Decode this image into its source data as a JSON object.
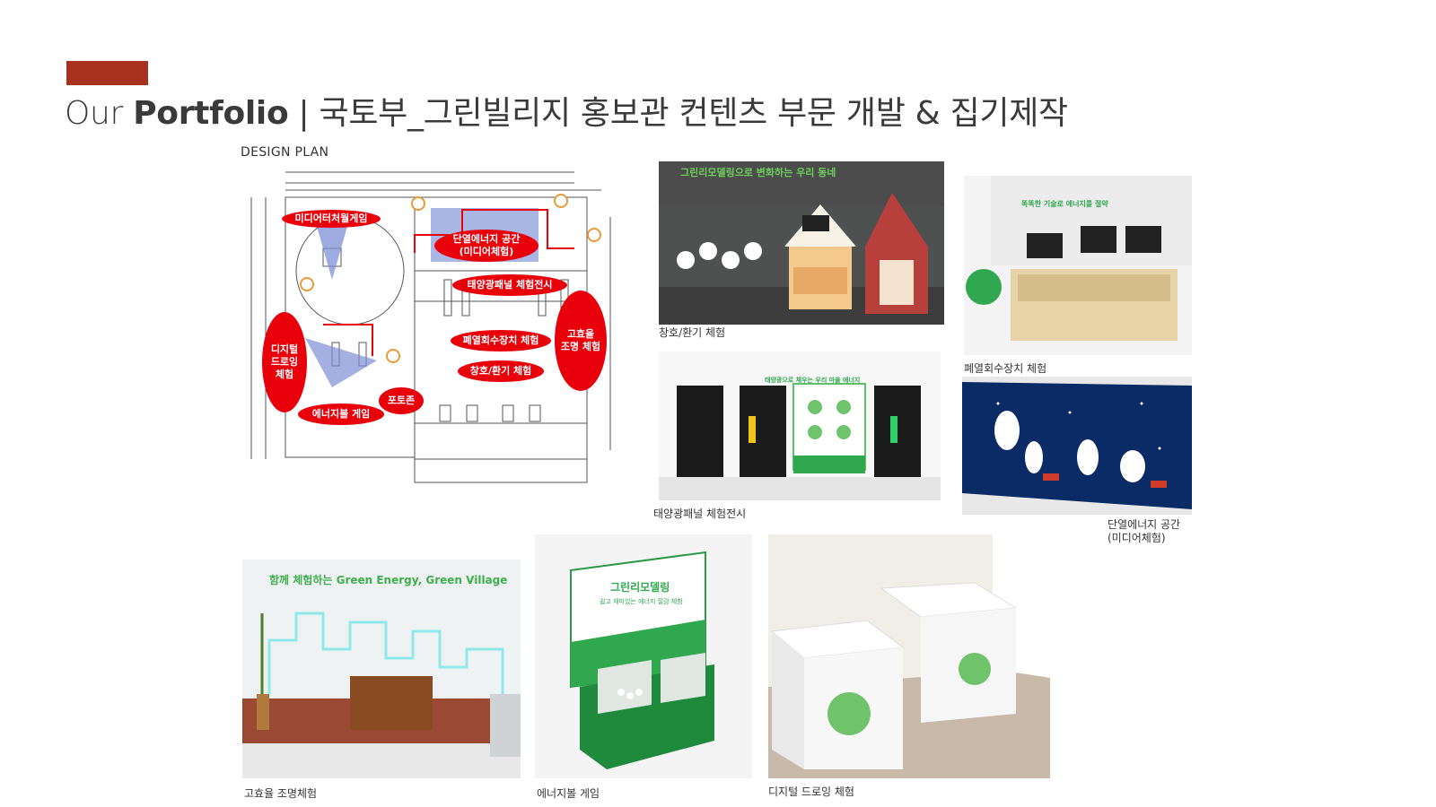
{
  "header": {
    "title_light": "Our ",
    "title_bold": "Portfolio",
    "title_rest": " | 국토부_그린빌리지 홍보관 컨텐츠 부문 개발 & 집기제작"
  },
  "plan": {
    "label": "DESIGN PLAN",
    "zones": [
      "미디어터처월게임",
      "단열에너지 공간\n(미디어체험)",
      "태양광패널 체험전시",
      "디지털\n드로잉\n체험",
      "폐열회수장치 체험",
      "고효율\n조명 체험",
      "창호/환기 체험",
      "포토존",
      "에너지볼 게임"
    ]
  },
  "photos": {
    "window_banner": "그린리모델링으로 변화하는 우리 동네",
    "solar_banner": "태양광으로 채우는 우리 마을 에너지",
    "heat_banner": "똑똑한 기술로 에너지를 절약",
    "lighting_banner": "함께 체험하는 Green Energy, Green Village",
    "ball_board_title": "그린리모델링",
    "ball_board_sub": "쉽고 재미있는 에너지 절감 체험"
  },
  "captions": {
    "window": "창호/환기 체험",
    "heat": "폐열회수장치 체험",
    "solar": "태양광패널 체험전시",
    "insulation": "단열에너지 공간\n(미디어체험)",
    "lighting": "고효율 조명체험",
    "energyball": "에너지볼 게임",
    "drawing": "디지털 드로잉 체험"
  },
  "colors": {
    "accent": "#a8321f",
    "zone_red": "#e8000a",
    "brand_green": "#2fa84f"
  }
}
